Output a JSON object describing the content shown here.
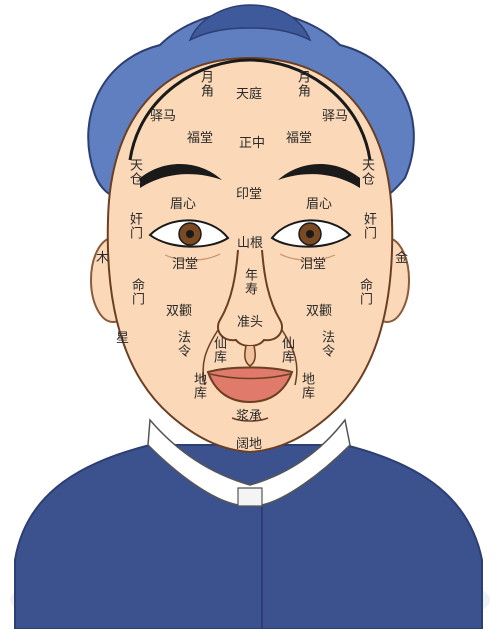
{
  "colors": {
    "hat": "#5f7fc0",
    "hat_dark": "#3f5a9a",
    "robe": "#3c528f",
    "robe_dark": "#2c3e72",
    "skin": "#fbd9b8",
    "skin_shade": "#f2c29c",
    "collar": "#ffffff",
    "hair_line": "#1a1a1a",
    "label": "#2a2a2a"
  },
  "labels": {
    "tian_ting": "天庭",
    "yue_jiao_left": "月角",
    "yue_jiao_right": "月角",
    "yi_ma_left": "驿马",
    "yi_ma_right": "驿马",
    "fu_tang_left": "福堂",
    "fu_tang_right": "福堂",
    "zheng_zhong": "正中",
    "tian_cang_left": "天仓",
    "tian_cang_right": "天仓",
    "yin_tang": "印堂",
    "mei_xin_left": "眉心",
    "mei_xin_right": "眉心",
    "jian_men_left": "奸门",
    "jian_men_right": "奸门",
    "mu": "木",
    "jin": "金",
    "shan_gen": "山根",
    "lei_tang_left": "泪堂",
    "lei_tang_right": "泪堂",
    "nian_shou": "年寿",
    "ming_men_left": "命门",
    "ming_men_right": "命门",
    "shuang_quan_left": "双颧",
    "shuang_quan_right": "双颧",
    "zhun_tou": "准头",
    "xing": "星",
    "fa_ling_left": "法令",
    "fa_ling_right": "法令",
    "xian_ku_left": "仙库",
    "xian_ku_right": "仙库",
    "di_ku_left": "地库",
    "di_ku_right": "地库",
    "jiang_cheng": "浆承",
    "kuo_di": "阔地"
  }
}
